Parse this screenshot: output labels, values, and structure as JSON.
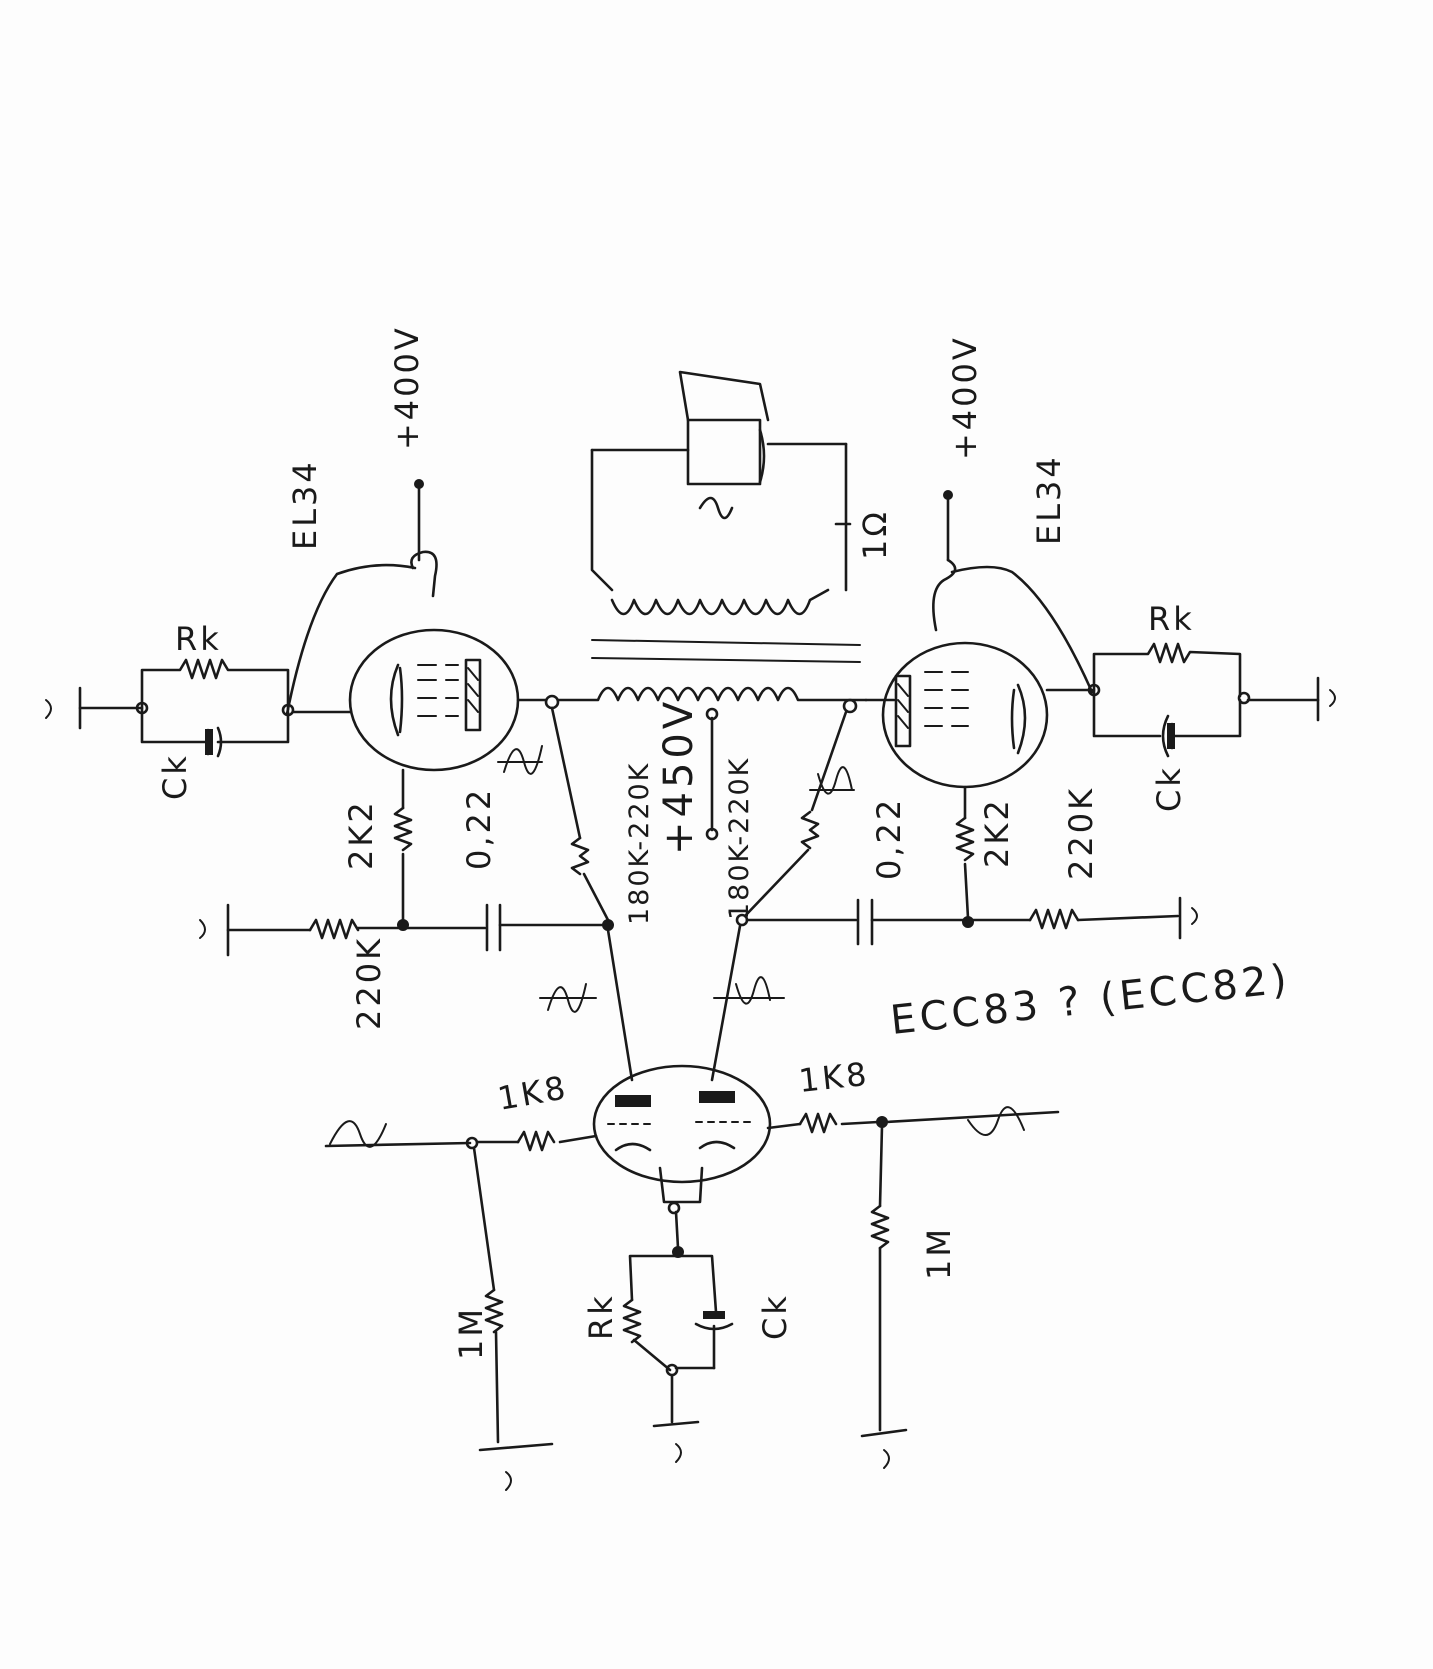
{
  "labels": {
    "tube_left": "EL34",
    "tube_right": "EL34",
    "supply_left": "+400V",
    "supply_right": "+400V",
    "supply_mid": "+450V",
    "rk_left": "Rk",
    "ck_left": "Ck",
    "rk_right": "Rk",
    "ck_right": "Ck",
    "rk_bottom": "Rk",
    "ck_bottom": "Ck",
    "screen_left": "2K2",
    "screen_right": "2K2",
    "cap_left": "0,22",
    "cap_right": "0,22",
    "grid_left": "220K",
    "grid_right": "220K",
    "plate_left": "180K-220K",
    "plate_right": "180K-220K",
    "impedance": "1Ω",
    "driver_tube": "ECC83 ? (ECC82)",
    "input_left": "1K8",
    "input_right": "1K8",
    "leak_left": "1M",
    "leak_right": "1M"
  }
}
